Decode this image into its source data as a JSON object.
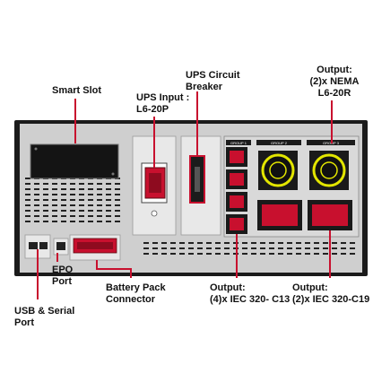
{
  "callouts": {
    "smart_slot": "Smart Slot",
    "ups_input": "UPS Input :\nL6-20P",
    "ups_circuit_breaker": "UPS Circuit\nBreaker",
    "output_nema": "Output:\n(2)x NEMA\nL6-20R",
    "epo_port": "EPO\nPort",
    "battery_pack_connector": "Battery Pack\nConnector",
    "usb_serial_port": "USB & Serial\nPort",
    "output_c13": "Output:\n(4)x IEC 320- C13",
    "output_c19": "Output:\n(2)x IEC 320-C19"
  },
  "panel_text": {
    "group_1": "GROUP 1",
    "group_2": "GROUP 2",
    "group_3": "GROUP 3"
  },
  "colors": {
    "callout_line": "#c8102e",
    "chassis": "#1a1a1a",
    "panel": "#e8e8e8",
    "outlet_red": "#c8102e",
    "nema_ring": "#e3e600"
  }
}
